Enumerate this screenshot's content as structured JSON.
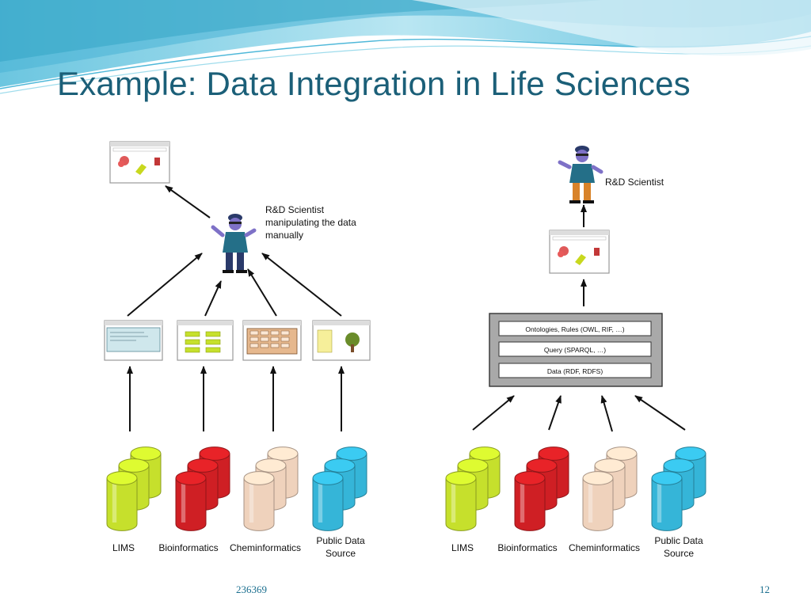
{
  "slide": {
    "title": "Example: Data Integration in Life Sciences",
    "footer_code": "236369",
    "page_number": "12"
  },
  "left_diagram": {
    "scientist_label_lines": [
      "R&D Scientist",
      "manipulating the data",
      "manually"
    ],
    "sources": [
      {
        "line1": "LIMS",
        "line2": "",
        "color": "lime"
      },
      {
        "line1": "Bioinformatics",
        "line2": "",
        "color": "red"
      },
      {
        "line1": "Cheminformatics",
        "line2": "",
        "color": "beige"
      },
      {
        "line1": "Public Data",
        "line2": "Source",
        "color": "cyan"
      }
    ]
  },
  "right_diagram": {
    "scientist_label": "R&D Scientist",
    "stack_layers": [
      "Ontologies, Rules (OWL, RIF, …)",
      "Query (SPARQL, …)",
      "Data (RDF, RDFS)"
    ],
    "sources": [
      {
        "line1": "LIMS",
        "line2": "",
        "color": "lime"
      },
      {
        "line1": "Bioinformatics",
        "line2": "",
        "color": "red"
      },
      {
        "line1": "Cheminformatics",
        "line2": "",
        "color": "beige"
      },
      {
        "line1": "Public Data",
        "line2": "Source",
        "color": "cyan"
      }
    ]
  },
  "colors": {
    "title": "#1b5f78",
    "banner_light": "#d8f1f7",
    "banner_mid": "#7fd0e4",
    "banner_dark": "#2a9fc2",
    "lime": "#c6e02c",
    "red": "#cf1f24",
    "beige": "#efd2bc",
    "cyan": "#35b5d8"
  }
}
